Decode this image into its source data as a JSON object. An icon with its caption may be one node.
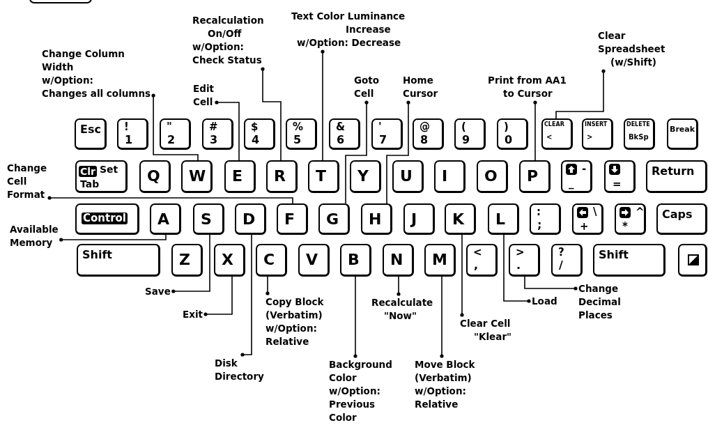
{
  "diagram": {
    "nodes": [
      {
        "text": [],
        "shape": "box"
      },
      {
        "text": [
          "Change Column Width w/Option: Changes all columns"
        ]
      },
      {
        "text": [
          "Recalculation On/Off w/Option: Check Status"
        ]
      },
      {
        "text": [
          "Text Color Luminance Increase w/Option: Decrease"
        ]
      },
      {
        "text": [
          "Edit Cell"
        ]
      },
      {
        "text": [
          "Goto Cell"
        ]
      },
      {
        "text": [
          "Home Cursor"
        ]
      },
      {
        "text": [
          "Print from AA1 to Cursor"
        ]
      },
      {
        "text": [
          "Clear Spreadsheet (w/Shift)"
        ]
      },
      {
        "text": [
          "Esc"
        ]
      },
      {
        "text": [
          "!",
          "1"
        ]
      },
      {
        "text": [
          "\"",
          "2"
        ]
      },
      {
        "text": [
          "#",
          "3"
        ]
      },
      {
        "text": [
          "$",
          "4"
        ]
      },
      {
        "text": [
          "%",
          "5"
        ]
      },
      {
        "text": [
          "&",
          "6"
        ]
      },
      {
        "text": [
          "'",
          "7"
        ]
      },
      {
        "text": [
          "@",
          "8"
        ]
      },
      {
        "text": [
          "(",
          "9"
        ]
      },
      {
        "text": [
          ")",
          "0"
        ]
      },
      {
        "text": [
          "CLEAR",
          "<"
        ]
      },
      {
        "text": [
          "INSERT",
          ">"
        ]
      },
      {
        "text": [
          "DELETE",
          "BkSp"
        ]
      },
      {
        "text": [
          "Break"
        ]
      },
      {
        "text": [
          "Change Cell Format"
        ]
      },
      {
        "text": [
          "Clr",
          "Set",
          "Tab"
        ]
      },
      {
        "text": [
          "Q"
        ]
      },
      {
        "text": [
          "W"
        ]
      },
      {
        "text": [
          "E"
        ]
      },
      {
        "text": [
          "R"
        ]
      },
      {
        "text": [
          "T"
        ]
      },
      {
        "text": [
          "Y"
        ]
      },
      {
        "text": [
          "U"
        ]
      },
      {
        "text": [
          "I"
        ]
      },
      {
        "text": [
          "O"
        ]
      },
      {
        "text": [
          "P"
        ]
      },
      {
        "text": [
          "-",
          "_"
        ]
      },
      {
        "text": [
          "="
        ]
      },
      {
        "text": [
          "Return"
        ]
      },
      {
        "text": [
          "Available Memory"
        ]
      },
      {
        "text": [
          "Control"
        ]
      },
      {
        "text": [
          "A"
        ]
      },
      {
        "text": [
          "S"
        ]
      },
      {
        "text": [
          "D"
        ]
      },
      {
        "text": [
          "F"
        ]
      },
      {
        "text": [
          "G"
        ]
      },
      {
        "text": [
          "H"
        ]
      },
      {
        "text": [
          "J"
        ]
      },
      {
        "text": [
          "K"
        ]
      },
      {
        "text": [
          "L"
        ]
      },
      {
        "text": [
          ":",
          ";"
        ]
      },
      {
        "text": [
          "\\",
          "+"
        ]
      },
      {
        "text": [
          "^",
          "*"
        ]
      },
      {
        "text": [
          "Caps"
        ]
      },
      {
        "text": [
          "Shift"
        ]
      },
      {
        "text": [
          "Z"
        ]
      },
      {
        "text": [
          "X"
        ]
      },
      {
        "text": [
          "C"
        ]
      },
      {
        "text": [
          "V"
        ]
      },
      {
        "text": [
          "B"
        ]
      },
      {
        "text": [
          "N"
        ]
      },
      {
        "text": [
          "M"
        ]
      },
      {
        "text": [
          "<",
          ","
        ]
      },
      {
        "text": [
          ">",
          "."
        ]
      },
      {
        "text": [
          "?",
          "/"
        ]
      },
      {
        "text": [
          "Shift"
        ]
      },
      {
        "text": [],
        "shape": "box"
      },
      {
        "text": [
          "Change Decimal Places"
        ]
      },
      {
        "text": [
          "Save"
        ]
      },
      {
        "text": [
          "Load"
        ]
      },
      {
        "text": [
          "Recalculate \"Now\""
        ]
      },
      {
        "text": [
          "Copy Block (Verbatim) w/Option: Relative"
        ]
      },
      {
        "text": [
          "Exit"
        ]
      },
      {
        "text": [
          "Clear Cell \"Klear\""
        ]
      },
      {
        "text": [
          "Disk Directory"
        ]
      },
      {
        "text": [
          "Background Color w/Option: Previous Color"
        ]
      },
      {
        "text": [
          "Move Block (Verbatim) w/Option: Relative"
        ]
      }
    ],
    "edges": [
      {
        "from": 1,
        "to": 27,
        "arrow": "other"
      },
      {
        "from": 2,
        "to": 29,
        "arrow": "other"
      },
      {
        "from": 3,
        "to": 30,
        "arrow": "other"
      },
      {
        "from": 4,
        "to": 28,
        "arrow": "other"
      },
      {
        "from": 5,
        "to": 45,
        "arrow": "other"
      },
      {
        "from": 6,
        "to": 46,
        "arrow": "other"
      },
      {
        "from": 7,
        "to": 35,
        "arrow": "other"
      },
      {
        "from": 8,
        "to": 20,
        "arrow": "other"
      },
      {
        "from": 24,
        "to": 44,
        "arrow": "other"
      },
      {
        "from": 39,
        "to": 41,
        "arrow": "other"
      },
      {
        "from": 68,
        "to": 42,
        "arrow": "other"
      },
      {
        "from": 72,
        "to": 56,
        "arrow": "other"
      },
      {
        "from": 74,
        "to": 43,
        "arrow": "other"
      },
      {
        "from": 71,
        "to": 57,
        "arrow": "other"
      },
      {
        "from": 75,
        "to": 59,
        "arrow": "other"
      },
      {
        "from": 70,
        "to": 60,
        "arrow": "other"
      },
      {
        "from": 76,
        "to": 61,
        "arrow": "other"
      },
      {
        "from": 73,
        "to": 48,
        "arrow": "other"
      },
      {
        "from": 69,
        "to": 49,
        "arrow": "other"
      },
      {
        "from": 67,
        "to": 63,
        "arrow": "other"
      }
    ]
  }
}
